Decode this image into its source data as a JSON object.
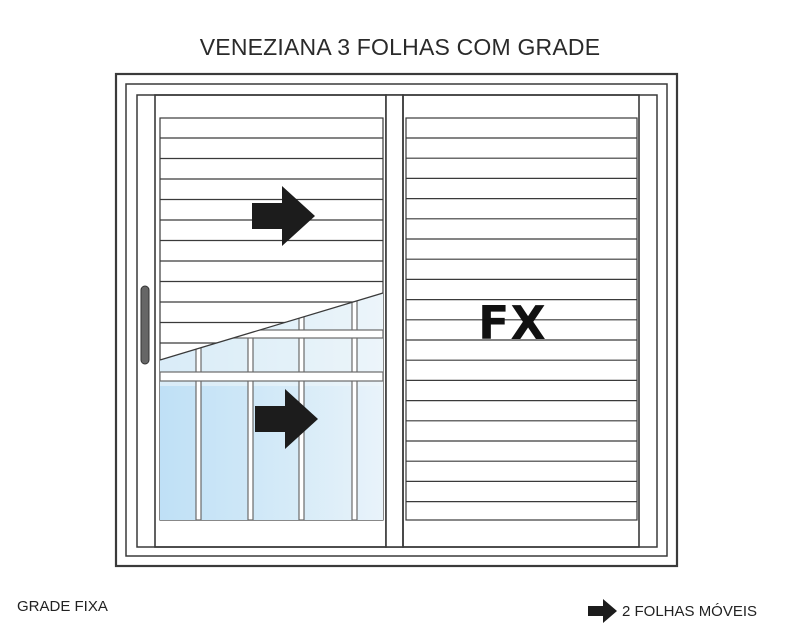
{
  "title": "VENEZIANA 3 FOLHAS COM GRADE",
  "fixed_panel_label": "FX",
  "grade_label": "GRADE FIXA",
  "legend": {
    "icon": "arrow-right-icon",
    "text": "2 FOLHAS MÓVEIS"
  },
  "colors": {
    "frame_stroke": "#3a3a3a",
    "slat_stroke": "#3a3a3a",
    "glass": "#c9e4f6",
    "arrow": "#1c1c1c"
  }
}
